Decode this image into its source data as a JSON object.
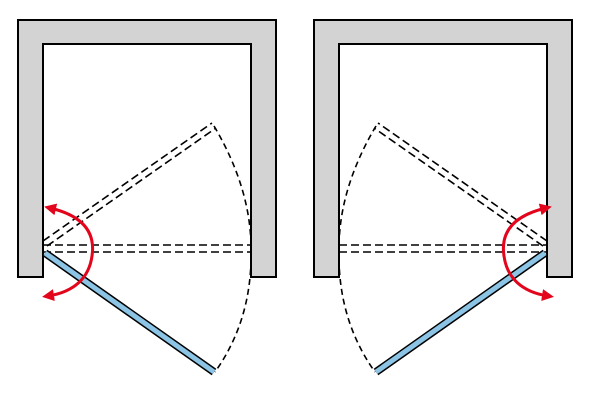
{
  "colors": {
    "background": "#ffffff",
    "wall_fill": "#d3d3d3",
    "outline": "#000000",
    "door_glass": "#8cc4e6",
    "arrow_red": "#e3051b"
  },
  "diagrams": [
    {
      "name": "left-hinged-door",
      "hinge_side": "left",
      "open_direction": "outward-and-inward"
    },
    {
      "name": "right-hinged-door",
      "hinge_side": "right",
      "open_direction": "outward-and-inward"
    }
  ]
}
